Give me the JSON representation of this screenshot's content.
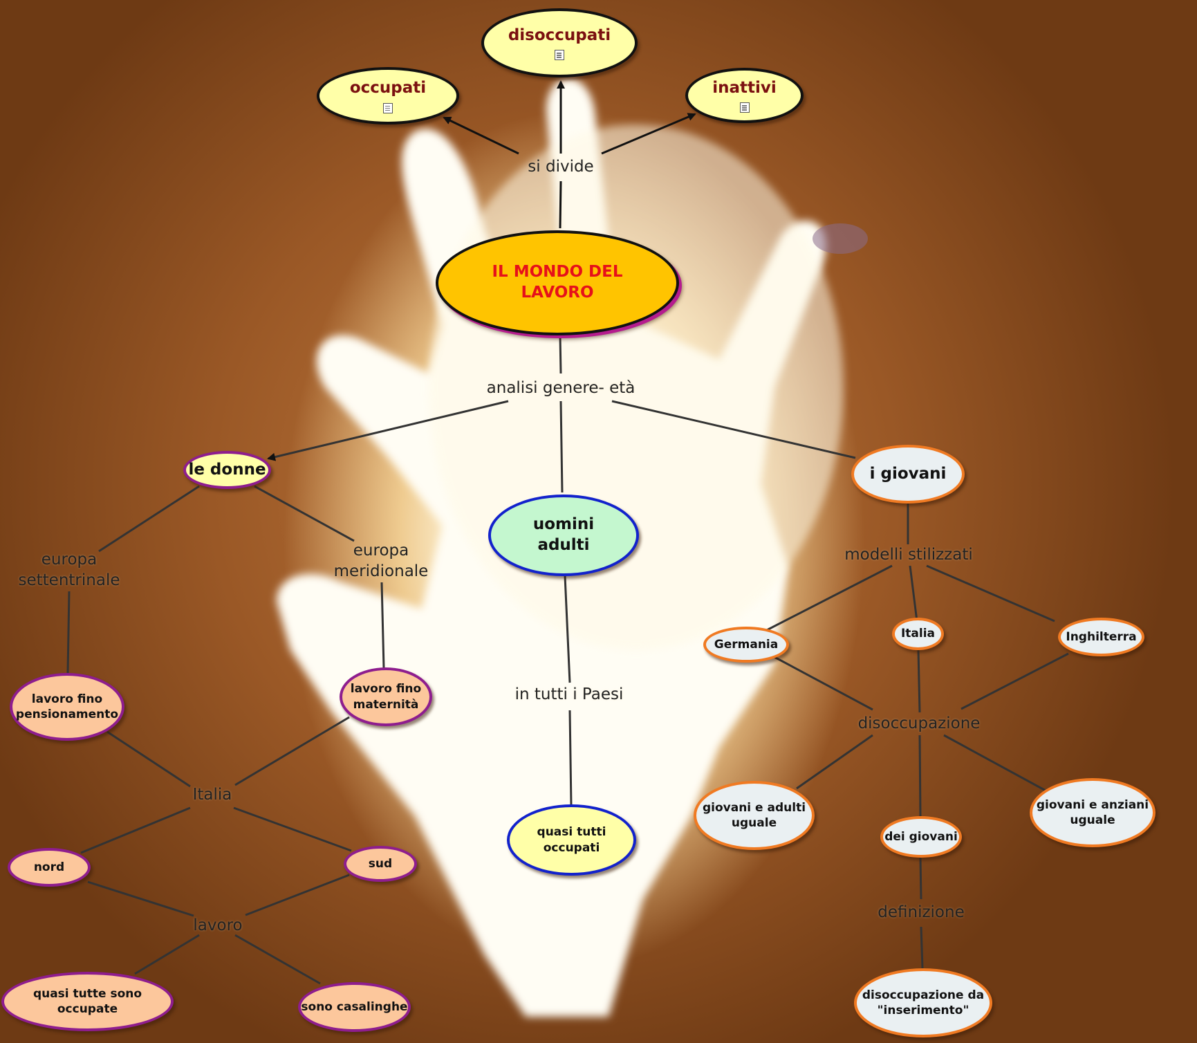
{
  "root": {
    "line1": "IL MONDO DEL",
    "line2": "LAVORO"
  },
  "top_nodes": {
    "occupati": "occupati",
    "disoccupati": "disoccupati",
    "inattivi": "inattivi",
    "icon": "document-icon"
  },
  "links": {
    "si_divide": "si divide",
    "analisi": "analisi genere- età",
    "europa_sett_1": "europa",
    "europa_sett_2": "settentrinale",
    "europa_mer_1": "europa",
    "europa_mer_2": "meridionale",
    "italia": "Italia",
    "lavoro": "lavoro",
    "in_tutti": "in tutti i Paesi",
    "modelli": "modelli stilizzati",
    "disoccupazione": "disoccupazione",
    "definizione": "definizione"
  },
  "nodes": {
    "donne": "le donne",
    "uomini_1": "uomini",
    "uomini_2": "adulti",
    "giovani": "i giovani",
    "pensionamento_1": "lavoro fino",
    "pensionamento_2": "pensionamento",
    "maternita_1": "lavoro fino",
    "maternita_2": "maternità",
    "nord": "nord",
    "sud": "sud",
    "quasi_tutte": "quasi tutte sono occupate",
    "casalinghe": "sono casalinghe",
    "quasi_tutti_1": "quasi tutti",
    "quasi_tutti_2": "occupati",
    "germania": "Germania",
    "italia_g": "Italia",
    "inghilterra": "Inghilterra",
    "giovani_adulti_1": "giovani e adulti",
    "giovani_adulti_2": "uguale",
    "giovani_anziani_1": "giovani e anziani",
    "giovani_anziani_2": "uguale",
    "dei_giovani": "dei giovani",
    "inserimento_1": "disoccupazione da",
    "inserimento_2": "\"inserimento\""
  },
  "colors": {
    "root_fill": "#ffc400",
    "root_text": "#e6101a",
    "top_text": "#7b1010",
    "pale_yellow": "#ffffa8",
    "salmon": "#fcc79c",
    "mint": "#c4f7cf",
    "light_gray": "#eaf0f2",
    "purple_border": "#8e1d8e",
    "blue_border": "#1222cc",
    "orange_border": "#f07a22"
  }
}
